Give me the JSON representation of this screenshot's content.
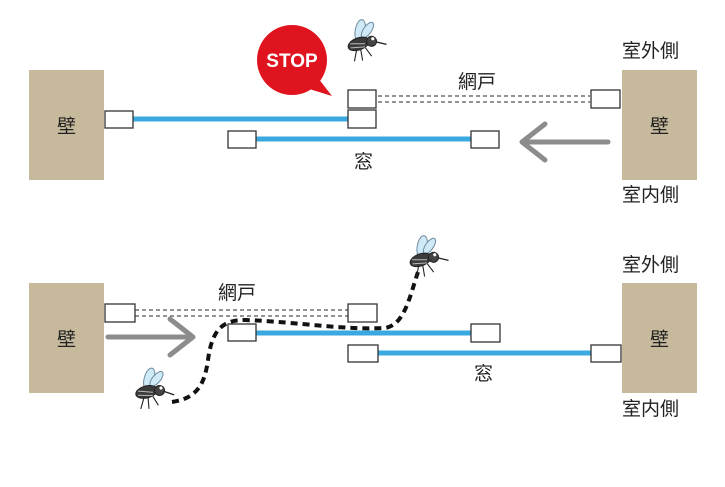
{
  "wall_label": "壁",
  "outdoor_label": "室外側",
  "indoor_label": "室内側",
  "screen_label": "網戸",
  "window_label": "窓",
  "stop_sign_text": "STOP",
  "colors": {
    "wall": "#c7b99c",
    "window_rail": "#39a9e0",
    "stop_sign": "#e0141e",
    "arrow": "#8c8c8c",
    "mosquito_path": "#111111"
  }
}
